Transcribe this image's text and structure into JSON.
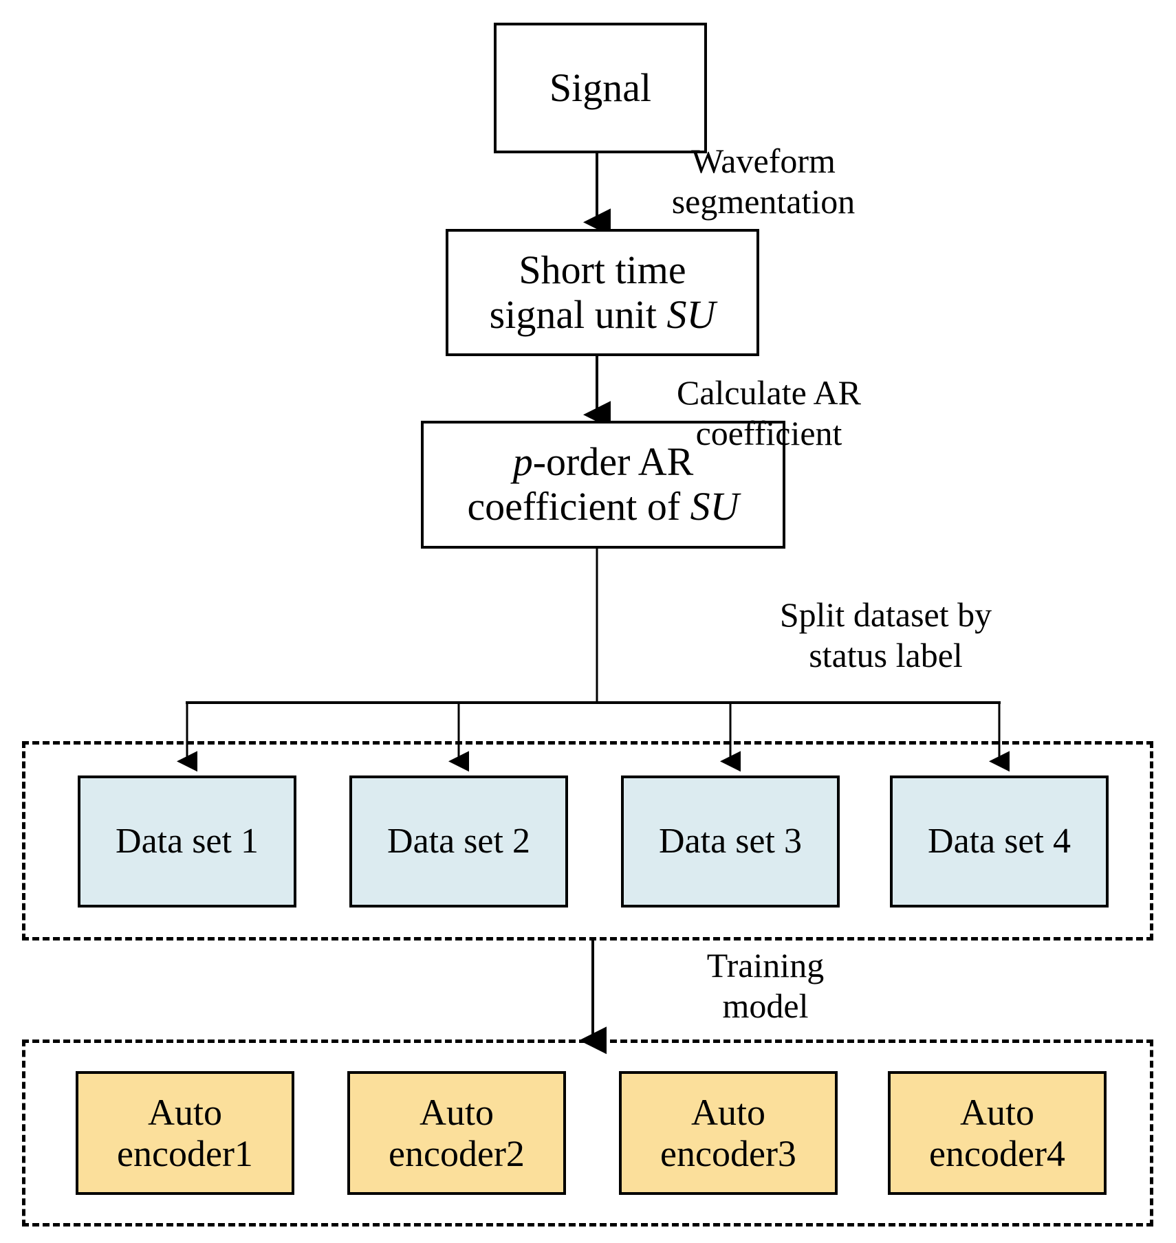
{
  "diagram": {
    "title": "AR-coefficient autoencoder training pipeline flowchart",
    "colors": {
      "dataset_fill": "#dcebf0",
      "encoder_fill": "#fbdf9b",
      "stroke": "#000000",
      "background": "#ffffff"
    },
    "nodes": {
      "signal": {
        "label": "Signal"
      },
      "short_time": {
        "line1": "Short time",
        "line2_prefix": "signal unit ",
        "line2_italic": "SU"
      },
      "ar_coeff": {
        "line1_italic": "p",
        "line1_suffix": "-order AR",
        "line2_prefix": "coefficient of ",
        "line2_italic": "SU"
      }
    },
    "edge_labels": {
      "waveform_segmentation": {
        "line1": "Waveform",
        "line2": "segmentation"
      },
      "calculate_ar": {
        "line1": "Calculate AR",
        "line2": "coefficient"
      },
      "split_dataset": {
        "line1": "Split dataset by",
        "line2": "status label"
      },
      "training_model": {
        "line1": "Training",
        "line2": "model"
      }
    },
    "dataset_group": {
      "items": [
        {
          "label": "Data set 1"
        },
        {
          "label": "Data set 2"
        },
        {
          "label": "Data set 3"
        },
        {
          "label": "Data set 4"
        }
      ]
    },
    "encoder_group": {
      "items": [
        {
          "line1": "Auto",
          "line2": "encoder1"
        },
        {
          "line1": "Auto",
          "line2": "encoder2"
        },
        {
          "line1": "Auto",
          "line2": "encoder3"
        },
        {
          "line1": "Auto",
          "line2": "encoder4"
        }
      ]
    }
  }
}
